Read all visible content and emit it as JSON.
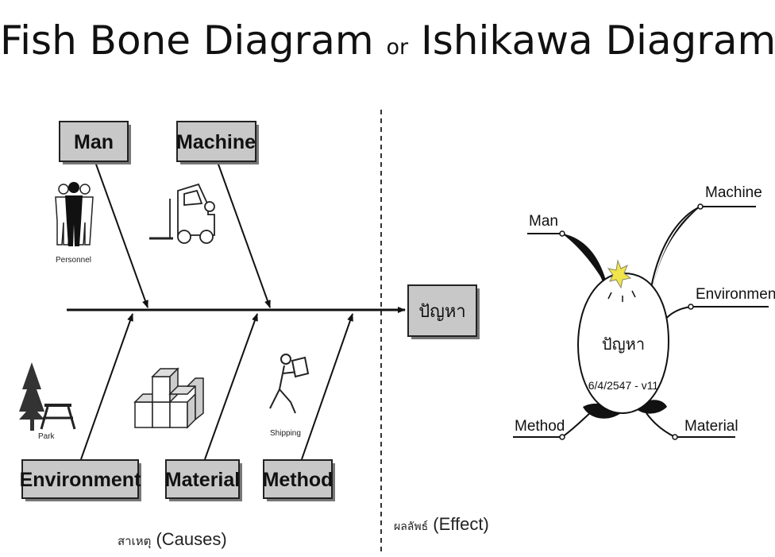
{
  "title": {
    "main_left": "Fish Bone Diagram",
    "connector": "or",
    "main_right": "Ishikawa Diagram"
  },
  "fishbone": {
    "causes_top": [
      "Man",
      "Machine"
    ],
    "causes_bottom": [
      "Environment",
      "Material",
      "Method"
    ],
    "effect": "ปัญหา",
    "icon_labels": {
      "personnel": "Personnel",
      "park": "Park",
      "shipping": "Shipping"
    },
    "causes_caption_thai": "สาเหตุ",
    "causes_caption": "(Causes)",
    "effect_caption_thai": "ผลลัพธ์",
    "effect_caption": "(Effect)"
  },
  "fish": {
    "head_label": "ปัญหา",
    "head_version": "6/4/2547 - v11",
    "bones": [
      "Man",
      "Machine",
      "Environment",
      "Method",
      "Material"
    ]
  }
}
